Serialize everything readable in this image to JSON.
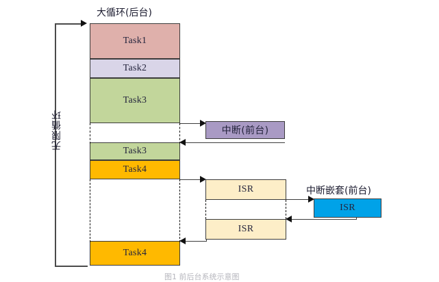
{
  "diagram": {
    "title_background": "大循环(后台)",
    "title_interrupt": "中断(前台)",
    "title_nested": "中断嵌套(前台)",
    "loop_label": "无限循环",
    "bottom_caption": "图1  前后台系统示意图"
  },
  "background_column": {
    "blocks": [
      {
        "label": "Task1",
        "color": "#dfb0ab"
      },
      {
        "label": "Task2",
        "color": "#d9d5e8"
      },
      {
        "label": "Task3",
        "color": "#c2d69b"
      },
      {
        "label": "Task3",
        "color": "#c2d69b"
      },
      {
        "label": "Task4",
        "color": "#ffb900"
      },
      {
        "label": "Task4",
        "color": "#ffb900"
      }
    ]
  },
  "interrupt_column": {
    "interrupt_box": {
      "label": "中断(前台)",
      "color": "#a99ac4"
    },
    "isr_blocks": [
      {
        "label": "ISR",
        "color": "#fdeec8"
      },
      {
        "label": "ISR",
        "color": "#fdeec8"
      }
    ]
  },
  "nested_column": {
    "isr_block": {
      "label": "ISR",
      "color": "#00a2e8"
    }
  },
  "colors": {
    "stroke": "#3b3b3b",
    "dash": "#111111",
    "text": "#24243c",
    "bracket": "#4a4a4a"
  }
}
